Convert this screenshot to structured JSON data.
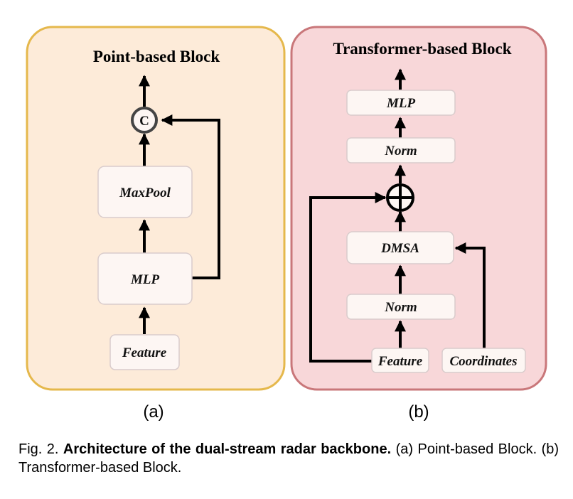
{
  "panel_a": {
    "title": "Point-based Block",
    "label": "(a)",
    "concat_symbol": "C",
    "nodes": {
      "maxpool": "MaxPool",
      "mlp": "MLP",
      "feature": "Feature"
    }
  },
  "panel_b": {
    "title": "Transformer-based Block",
    "label": "(b)",
    "nodes": {
      "mlp": "MLP",
      "norm_top": "Norm",
      "dmsa": "DMSA",
      "norm_bottom": "Norm",
      "feature": "Feature",
      "coordinates": "Coordinates"
    }
  },
  "caption": {
    "prefix": "Fig. 2.",
    "title": "Architecture of the dual-stream radar backbone.",
    "text": "(a) Point-based Block. (b) Transformer-based Block."
  },
  "colors": {
    "panel_a_fill": "#fdebd9",
    "panel_a_border": "#e5b84c",
    "panel_b_fill": "#f8d7d9",
    "panel_b_border": "#c9777a",
    "node_fill": "#fdf6f3",
    "node_border": "#d9cccc"
  }
}
